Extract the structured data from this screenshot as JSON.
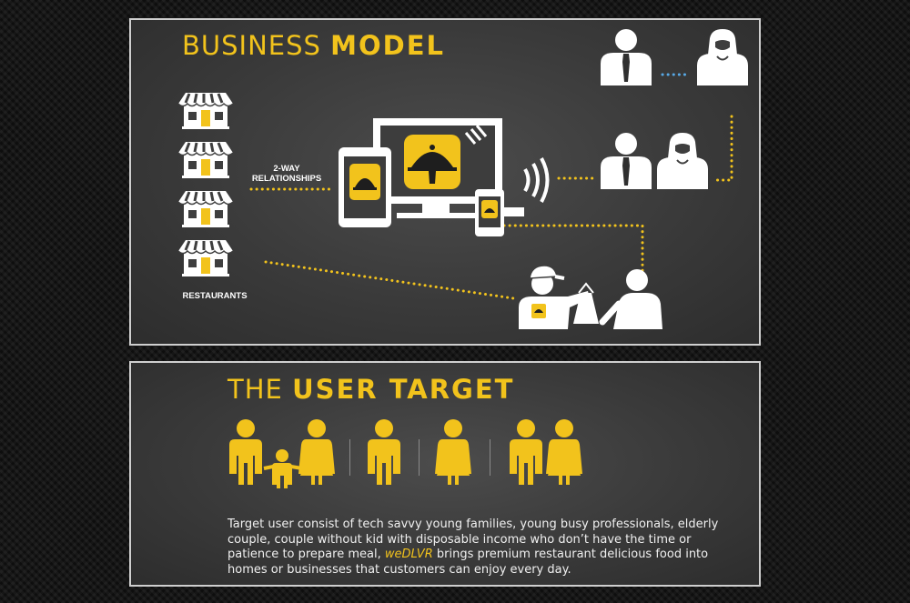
{
  "business_model": {
    "title_light": "BUSINESS ",
    "title_bold": "MODEL",
    "relationships_label_line1": "2-WAY",
    "relationships_label_line2": "RELATIONSHIPS",
    "restaurants_label": "RESTAURANTS"
  },
  "user_target": {
    "title_light": "THE ",
    "title_bold": "USER TARGET",
    "description_before": "Target user consist of tech savvy young families, young busy professionals, elderly couple, couple without kid with disposable income who don’t have the time or patience to prepare meal, ",
    "brand_name": "weDLVR",
    "description_after": " brings premium restaurant delicious food into homes or businesses that customers can enjoy every day."
  },
  "colors": {
    "accent": "#f2c31c",
    "dotted_link_yellow": "#f2c31c",
    "dotted_link_blue": "#58a9e6",
    "panel_bg": "#3a3a3a",
    "icon_white": "#ffffff"
  },
  "icons": [
    "restaurant-icon",
    "monitor-icon",
    "tablet-icon",
    "phone-icon",
    "cloche-icon",
    "signal-waves-icon",
    "person-male-icon",
    "person-female-icon",
    "delivery-person-icon",
    "child-icon"
  ]
}
